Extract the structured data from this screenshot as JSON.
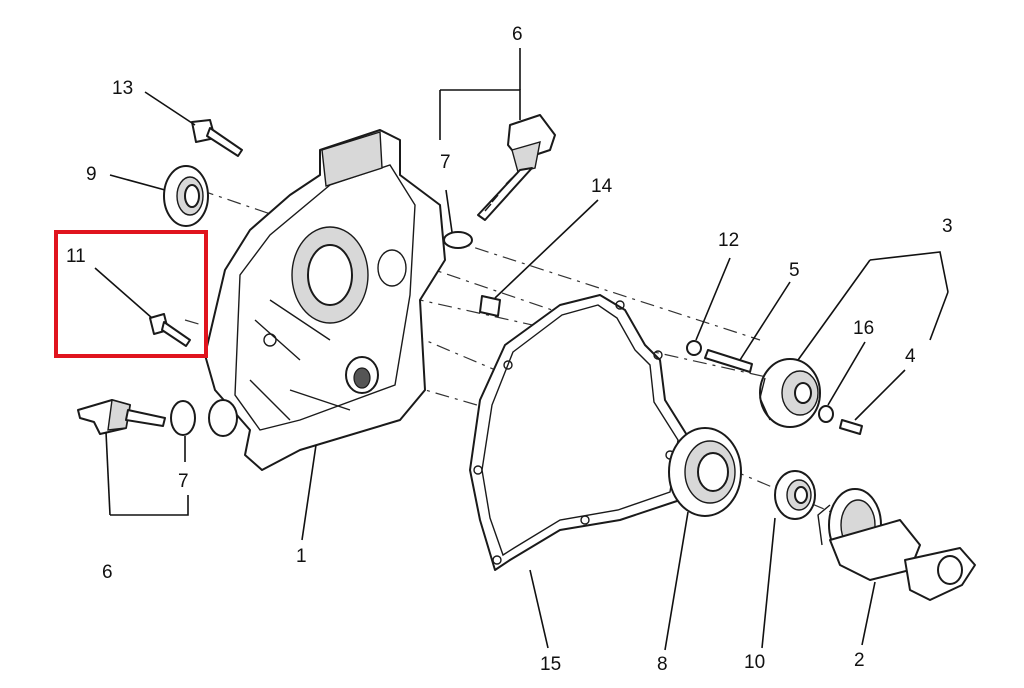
{
  "callouts": [
    {
      "id": "c1",
      "text": "1"
    },
    {
      "id": "c2",
      "text": "2"
    },
    {
      "id": "c3",
      "text": "3"
    },
    {
      "id": "c4",
      "text": "4"
    },
    {
      "id": "c5",
      "text": "5"
    },
    {
      "id": "c6a",
      "text": "6"
    },
    {
      "id": "c6b",
      "text": "6"
    },
    {
      "id": "c7a",
      "text": "7"
    },
    {
      "id": "c7b",
      "text": "7"
    },
    {
      "id": "c8",
      "text": "8"
    },
    {
      "id": "c9",
      "text": "9"
    },
    {
      "id": "c10",
      "text": "10"
    },
    {
      "id": "c11",
      "text": "11"
    },
    {
      "id": "c12",
      "text": "12"
    },
    {
      "id": "c13",
      "text": "13"
    },
    {
      "id": "c14",
      "text": "14"
    },
    {
      "id": "c15",
      "text": "15"
    },
    {
      "id": "c16",
      "text": "16"
    }
  ],
  "highlight": {
    "part": "11",
    "color": "#e0141e"
  }
}
